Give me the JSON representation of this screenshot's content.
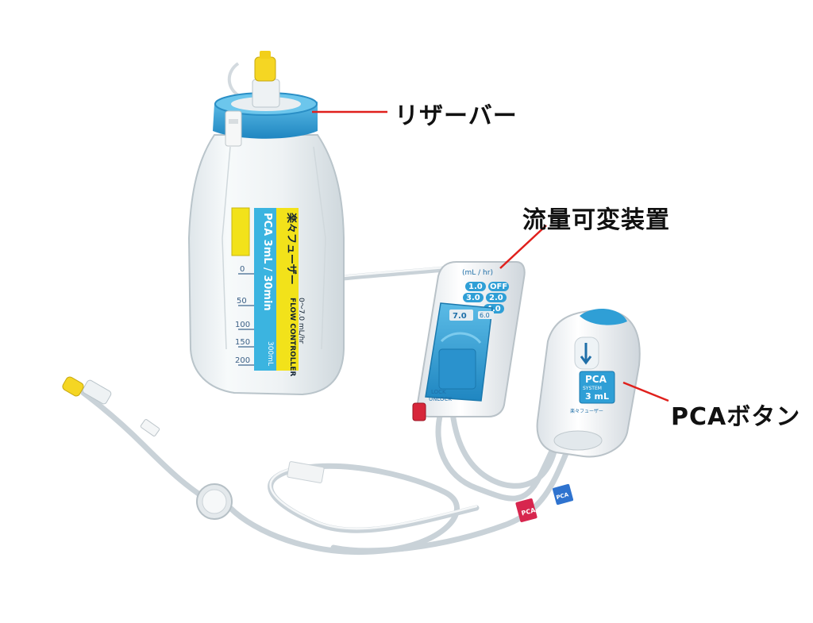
{
  "callouts": {
    "reservoir": "リザーバー",
    "flow_controller": "流量可変装置",
    "pca_button": "PCAボタン"
  },
  "bottle_label": {
    "brand": "楽々フューザー",
    "product": "PCA 3mL / 30min",
    "controller_en": "FLOW CONTROLLER",
    "controller_range": "0〜7.0 mL/hr",
    "capacity": "300mL",
    "scale": [
      "0",
      "50",
      "100",
      "150",
      "200"
    ]
  },
  "flow_device": {
    "unit": "(mL / hr)",
    "rates": [
      "1.0",
      "OFF",
      "3.0",
      "2.0",
      "4.0",
      "7.0",
      "6.0"
    ],
    "lock": "LOCK",
    "unlock": "UNLOCK"
  },
  "pca_device": {
    "label": "PCA",
    "system": "SYSTEM",
    "volume": "3 mL",
    "brand": "楽々フューザー"
  },
  "tags": {
    "red": "PCA",
    "blue": "PCA"
  },
  "colors": {
    "accent_blue": "#2f9fd6",
    "callout_line": "#e0201c",
    "label_yellow": "#f2e21a",
    "label_cyan": "#3bb4e0",
    "luer_yellow": "#f5d623"
  }
}
